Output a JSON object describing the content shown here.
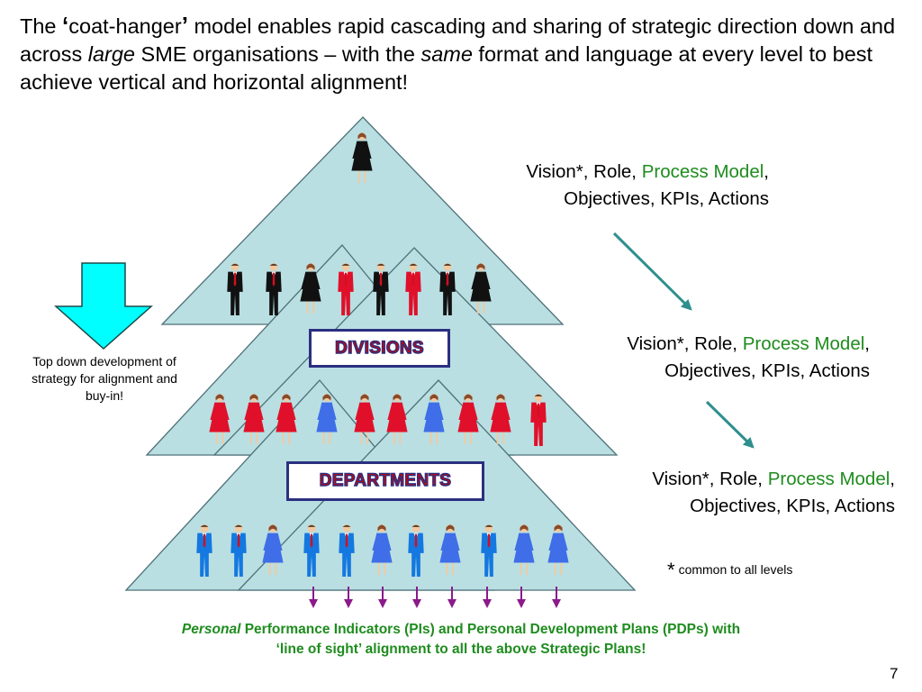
{
  "title": {
    "part1": "The ",
    "quote_open": "‘",
    "part2": "coat-hanger",
    "quote_close": "’",
    "part3": " model enables rapid cascading and sharing of strategic direction down and across ",
    "emph1": "large",
    "part4": " SME organisations – with the ",
    "emph2": "same",
    "part5": " format and language at every level to best achieve vertical and horizontal alignment!"
  },
  "level_labels": [
    {
      "pre": "Vision*, Role, ",
      "green": "Process Model",
      "post": ",",
      "line2": "Objectives, KPIs, Actions"
    },
    {
      "pre": "Vision*, Role, ",
      "green": "Process Model",
      "post": ",",
      "line2": "Objectives, KPIs, Actions"
    },
    {
      "pre": "Vision*, Role, ",
      "green": "Process Model",
      "post": ",",
      "line2": "Objectives, KPIs, Actions"
    }
  ],
  "boxes": {
    "divisions": "DIVISIONS",
    "departments": "DEPARTMENTS"
  },
  "footnote": {
    "asterisk": "*",
    "text": "common to all levels"
  },
  "down_arrow_caption": "Top down development of strategy for alignment and buy-in!",
  "bottom_text": {
    "emph": "Personal",
    "line1_rest": " Performance Indicators (PIs) and Personal Development Plans (PDPs) with",
    "line2": "‘line of sight’ alignment to all the above Strategic Plans!"
  },
  "slide_number": "7",
  "colors": {
    "triangle_fill": "#b9dfe2",
    "triangle_stroke": "#4e7178",
    "arrow_fill": "#00ffff",
    "teal_arrow": "#2f8f8f",
    "purple_arrow": "#8b1a8b",
    "green_text": "#1e8c1e",
    "box_border": "#2b2f80",
    "box_text": "#d30000",
    "figure_black": "#111111",
    "figure_red": "#e0102a",
    "figure_blue": "#1478e0",
    "figure_blue2": "#3f6ee8"
  },
  "figures": {
    "top": [
      "black-woman"
    ],
    "level1": [
      "black-man",
      "black-man",
      "black-woman",
      "red-man",
      "black-man",
      "red-man",
      "black-man",
      "black-woman"
    ],
    "level2": [
      "red-woman",
      "red-woman",
      "red-woman",
      "blue-woman",
      "red-woman",
      "red-woman",
      "blue-woman",
      "red-woman",
      "red-woman",
      "red-man"
    ],
    "level3": [
      "blue-man",
      "blue-man",
      "blue-woman",
      "blue-man",
      "blue-man",
      "blue-woman",
      "blue-man",
      "blue-woman",
      "blue-man",
      "blue-woman",
      "blue-woman"
    ]
  }
}
